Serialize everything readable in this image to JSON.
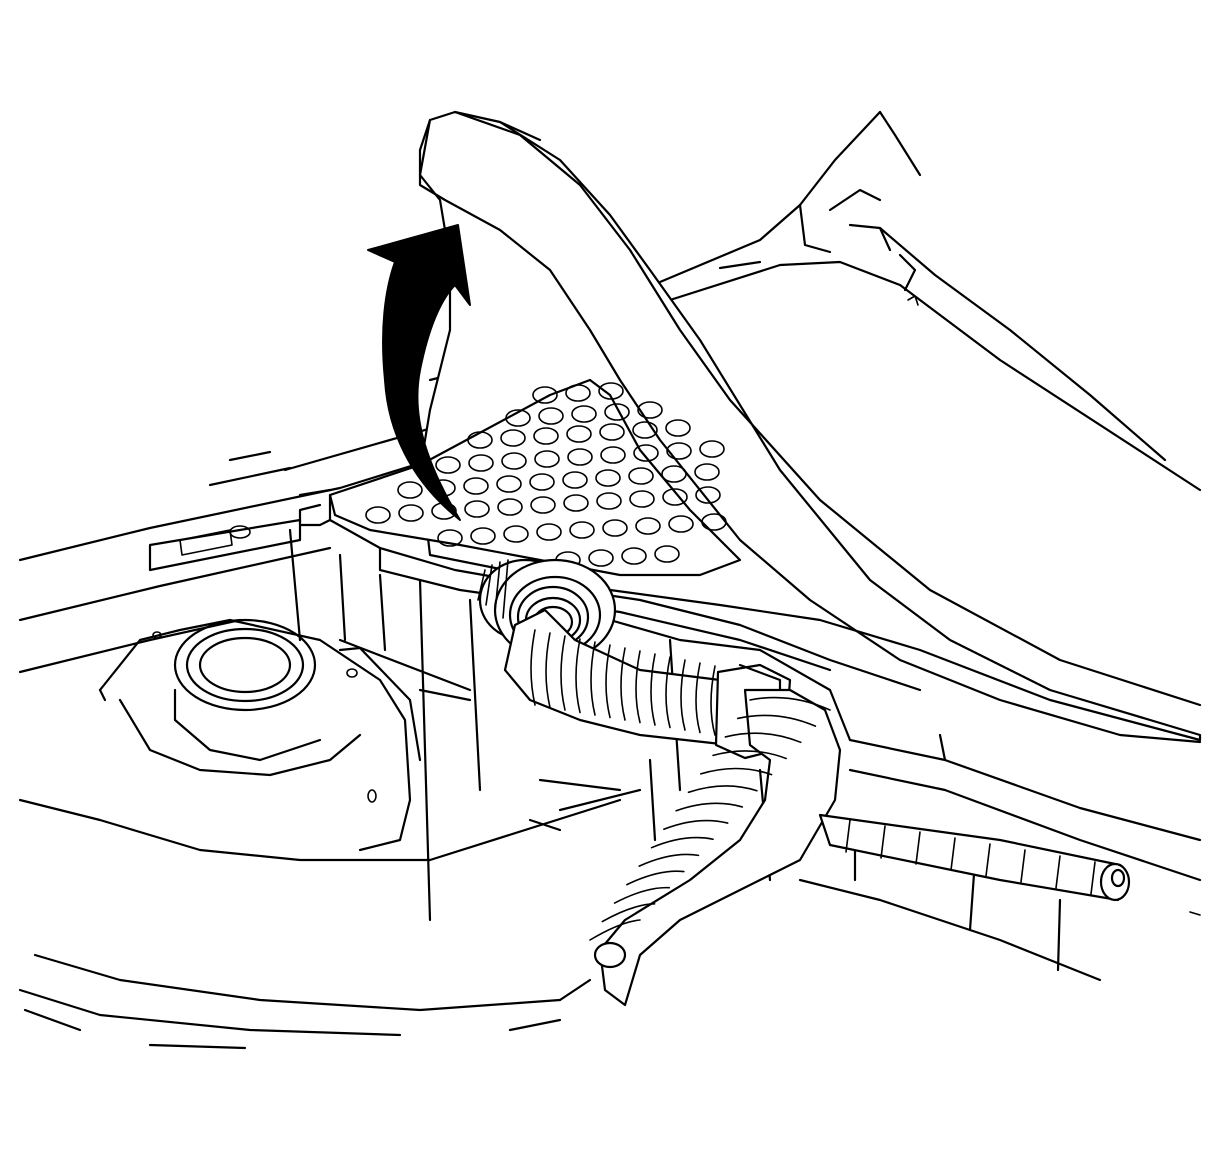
{
  "figure": {
    "kind": "line-art illustration",
    "colors": {
      "ink": "#000000",
      "paper": "#ffffff"
    },
    "parts": [
      "cowl-panel",
      "perforated-grille",
      "removal-arrow",
      "strut-tower",
      "wiring-harness-conduit",
      "harness-grommet",
      "firewall-body"
    ],
    "arrow_direction": "up-and-out"
  }
}
